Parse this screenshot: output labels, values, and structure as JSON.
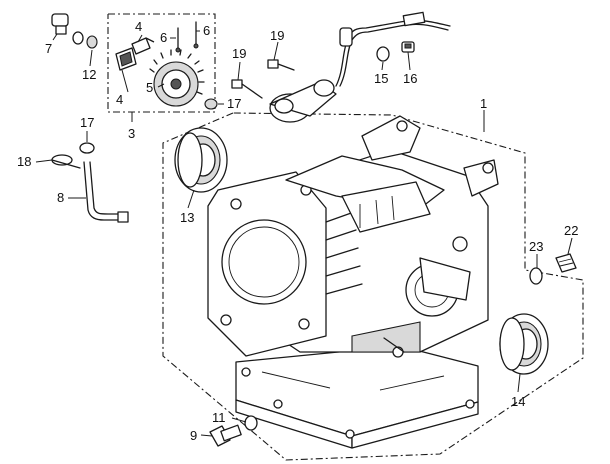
{
  "part_labels": [
    "1",
    "3",
    "4",
    "4",
    "5",
    "6",
    "6",
    "7",
    "8",
    "9",
    "11",
    "12",
    "13",
    "14",
    "15",
    "16",
    "17",
    "17",
    "18",
    "19",
    "19",
    "22",
    "23"
  ],
  "colors": {
    "line": "#1a1a1a",
    "background": "#ffffff",
    "shade": "#d9d9d9"
  }
}
